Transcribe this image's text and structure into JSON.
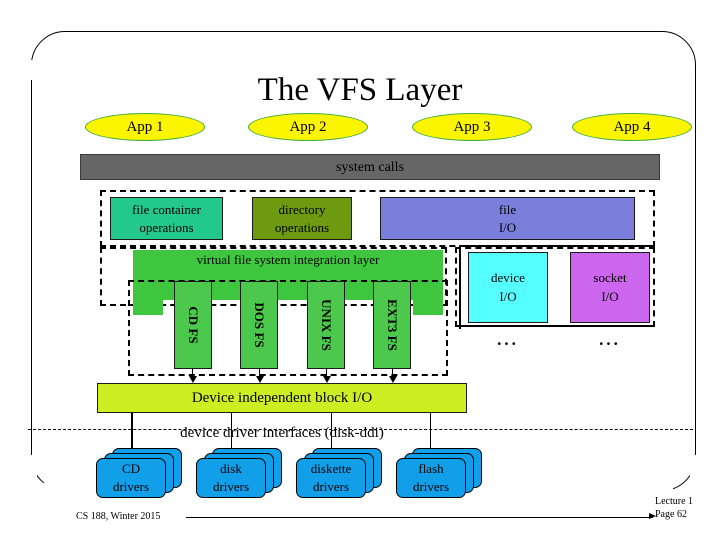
{
  "slide": {
    "title": "The VFS Layer",
    "footer_left": "CS 188, Winter 2015",
    "footer_lecture": "Lecture 1",
    "footer_page": "Page 62"
  },
  "apps": [
    {
      "label": "App 1"
    },
    {
      "label": "App 2"
    },
    {
      "label": "App 3"
    },
    {
      "label": "App 4"
    }
  ],
  "system_calls": {
    "label": "system calls",
    "color": "#666666"
  },
  "operations": [
    {
      "line1": "file container",
      "line2": "operations",
      "color": "#22c88c"
    },
    {
      "line1": "directory",
      "line2": "operations",
      "color": "#6e9a10"
    },
    {
      "line1": "file",
      "line2": "I/O",
      "color": "#7b7fdb"
    }
  ],
  "vfs": {
    "label": "virtual file system integration layer",
    "color": "#3fc63f",
    "filesystems": [
      {
        "label": "CD FS"
      },
      {
        "label": "DOS FS"
      },
      {
        "label": "UNIX FS"
      },
      {
        "label": "EXT3 FS"
      }
    ],
    "fs_color": "#4cc94c"
  },
  "io_boxes": [
    {
      "line1": "device",
      "line2": "I/O",
      "color": "#55ffff",
      "dots": "..."
    },
    {
      "line1": "socket",
      "line2": "I/O",
      "color": "#cc66ee",
      "dots": "..."
    }
  ],
  "block_io": {
    "label": "Device independent block I/O",
    "color": "#ccee22"
  },
  "ddi": {
    "label": "device driver interfaces (disk-ddi)"
  },
  "drivers": [
    {
      "line1": "CD",
      "line2": "drivers"
    },
    {
      "line1": "disk",
      "line2": "drivers"
    },
    {
      "line1": "diskette",
      "line2": "drivers"
    },
    {
      "line1": "flash",
      "line2": "drivers"
    }
  ],
  "driver_color": "#109fe8"
}
